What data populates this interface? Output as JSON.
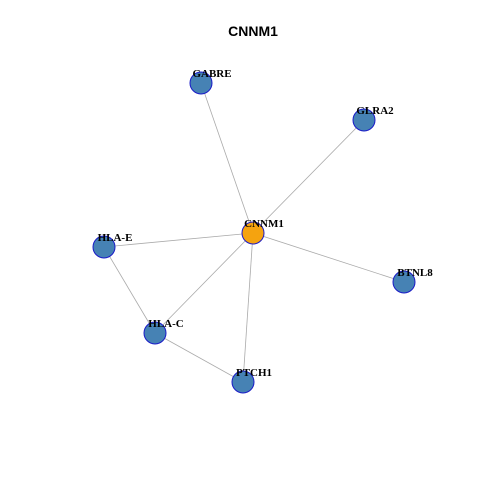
{
  "title": "CNNM1",
  "colors": {
    "center": "#F5A30F",
    "node": "#4682B4",
    "node_border": "#1A1AC8",
    "edge": "#AAAAAA"
  },
  "nodes": [
    {
      "id": "CNNM1",
      "label": "CNNM1",
      "role": "center"
    },
    {
      "id": "GABRE",
      "label": "GABRE",
      "role": "neighbor"
    },
    {
      "id": "GLRA2",
      "label": "GLRA2",
      "role": "neighbor"
    },
    {
      "id": "HLA-E",
      "label": "HLA-E",
      "role": "neighbor"
    },
    {
      "id": "BTNL8",
      "label": "BTNL8",
      "role": "neighbor"
    },
    {
      "id": "HLA-C",
      "label": "HLA-C",
      "role": "neighbor"
    },
    {
      "id": "PTCH1",
      "label": "PTCH1",
      "role": "neighbor"
    }
  ],
  "edges": [
    [
      "CNNM1",
      "GABRE"
    ],
    [
      "CNNM1",
      "GLRA2"
    ],
    [
      "CNNM1",
      "HLA-E"
    ],
    [
      "CNNM1",
      "BTNL8"
    ],
    [
      "CNNM1",
      "HLA-C"
    ],
    [
      "CNNM1",
      "PTCH1"
    ],
    [
      "HLA-E",
      "HLA-C"
    ],
    [
      "HLA-C",
      "PTCH1"
    ]
  ]
}
